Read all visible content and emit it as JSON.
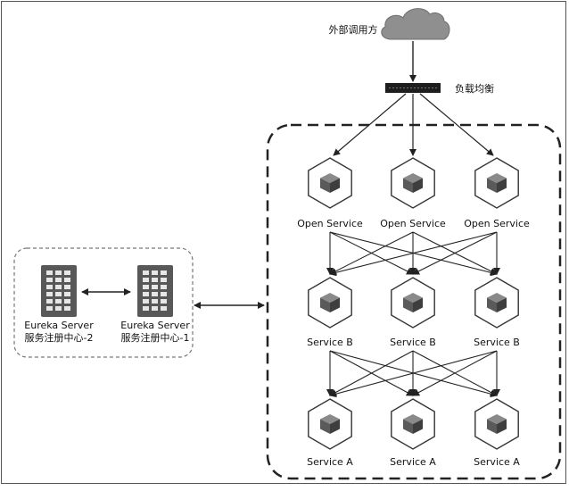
{
  "external_caller": {
    "label": "外部调用方",
    "icon": "cloud-icon"
  },
  "load_balancer": {
    "label": "负载均衡",
    "icon": "load-balancer-icon"
  },
  "eureka_servers": [
    {
      "name": "Eureka Server",
      "desc": "服务注册中心-2",
      "icon": "server-rack-icon"
    },
    {
      "name": "Eureka Server",
      "desc": "服务注册中心-1",
      "icon": "server-rack-icon"
    }
  ],
  "service_layers": [
    {
      "label": "Open Service",
      "count": 3,
      "icon": "service-cube-icon"
    },
    {
      "label": "Service B",
      "count": 3,
      "icon": "service-cube-icon"
    },
    {
      "label": "Service A",
      "count": 3,
      "icon": "service-cube-icon"
    }
  ],
  "colors": {
    "stroke": "#222222",
    "cloud": "#8f8f8f",
    "server": "#585858",
    "cube": "#6a6a6a"
  }
}
